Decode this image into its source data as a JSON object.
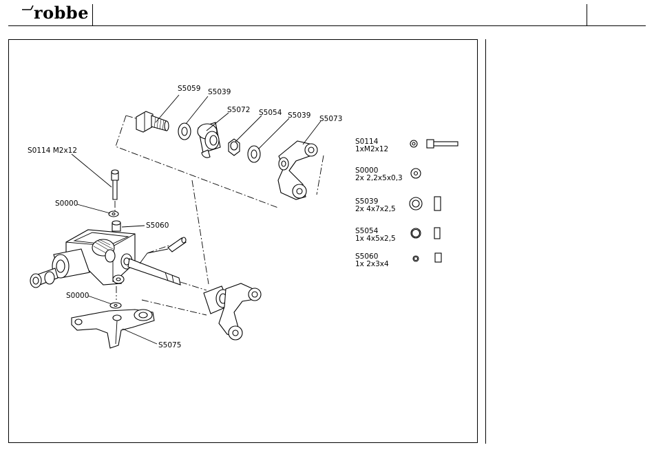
{
  "header": {
    "brand": "robbe"
  },
  "diagram": {
    "callouts": {
      "s5059": "S5059",
      "s5039_top": "S5039",
      "s5072": "S5072",
      "s5054": "S5054",
      "s5039_mid": "S5039",
      "s5073": "S5073",
      "s0114": "S0114 M2x12",
      "s0000_top": "S0000",
      "s5060": "S5060",
      "s0000_bottom": "S0000",
      "s5075": "S5075"
    }
  },
  "legend": {
    "items": [
      {
        "code": "S0114",
        "spec": "1xM2x12"
      },
      {
        "code": "S0000",
        "spec": "2x  2,2x5x0,3"
      },
      {
        "code": "S5039",
        "spec": "2x  4x7x2,5"
      },
      {
        "code": "S5054",
        "spec": "1x  4x5x2,5"
      },
      {
        "code": "S5060",
        "spec": "1x  2x3x4"
      }
    ]
  }
}
